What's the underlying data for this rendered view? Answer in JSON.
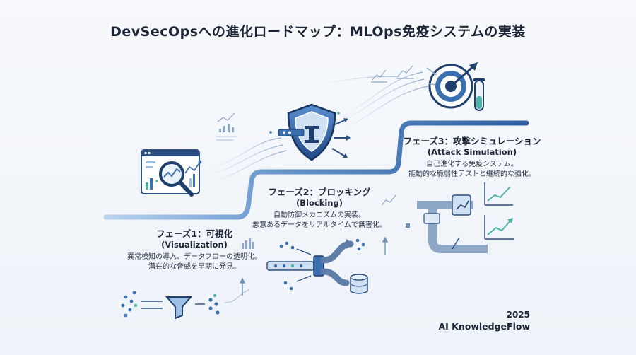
{
  "title": "DevSecOpsへの進化ロードマップ：MLOps免疫システムの実装",
  "phases": [
    {
      "name": "フェーズ1：可視化",
      "name_en": "(Visualization)",
      "desc_line1": "異常検知の導入、データフローの透明化。",
      "desc_line2": "潜在的な脅威を早期に発見。"
    },
    {
      "name": "フェーズ2：ブロッキング",
      "name_en": "(Blocking)",
      "desc_line1": "自動防御メカニズムの実装。",
      "desc_line2": "悪意あるデータをリアルタイムで無害化。"
    },
    {
      "name": "フェーズ3：攻撃シミュレーション",
      "name_en": "(Attack Simulation)",
      "desc_line1": "自己進化する免疫システム。",
      "desc_line2": "能動的な脆弱性テストと継続的な強化。"
    }
  ],
  "footer": {
    "year": "2025",
    "brand": "AI KnowledgeFlow"
  },
  "colors": {
    "accent": "#3a6fb0",
    "deep": "#1f3f6e",
    "light": "#9ec0e4",
    "teal": "#4fb3a8"
  },
  "icons": [
    "magnifier-dashboard-icon",
    "shield-lock-icon",
    "target-icon",
    "funnel-icon",
    "pipeline-icon",
    "database-icon",
    "test-tube-icon"
  ]
}
